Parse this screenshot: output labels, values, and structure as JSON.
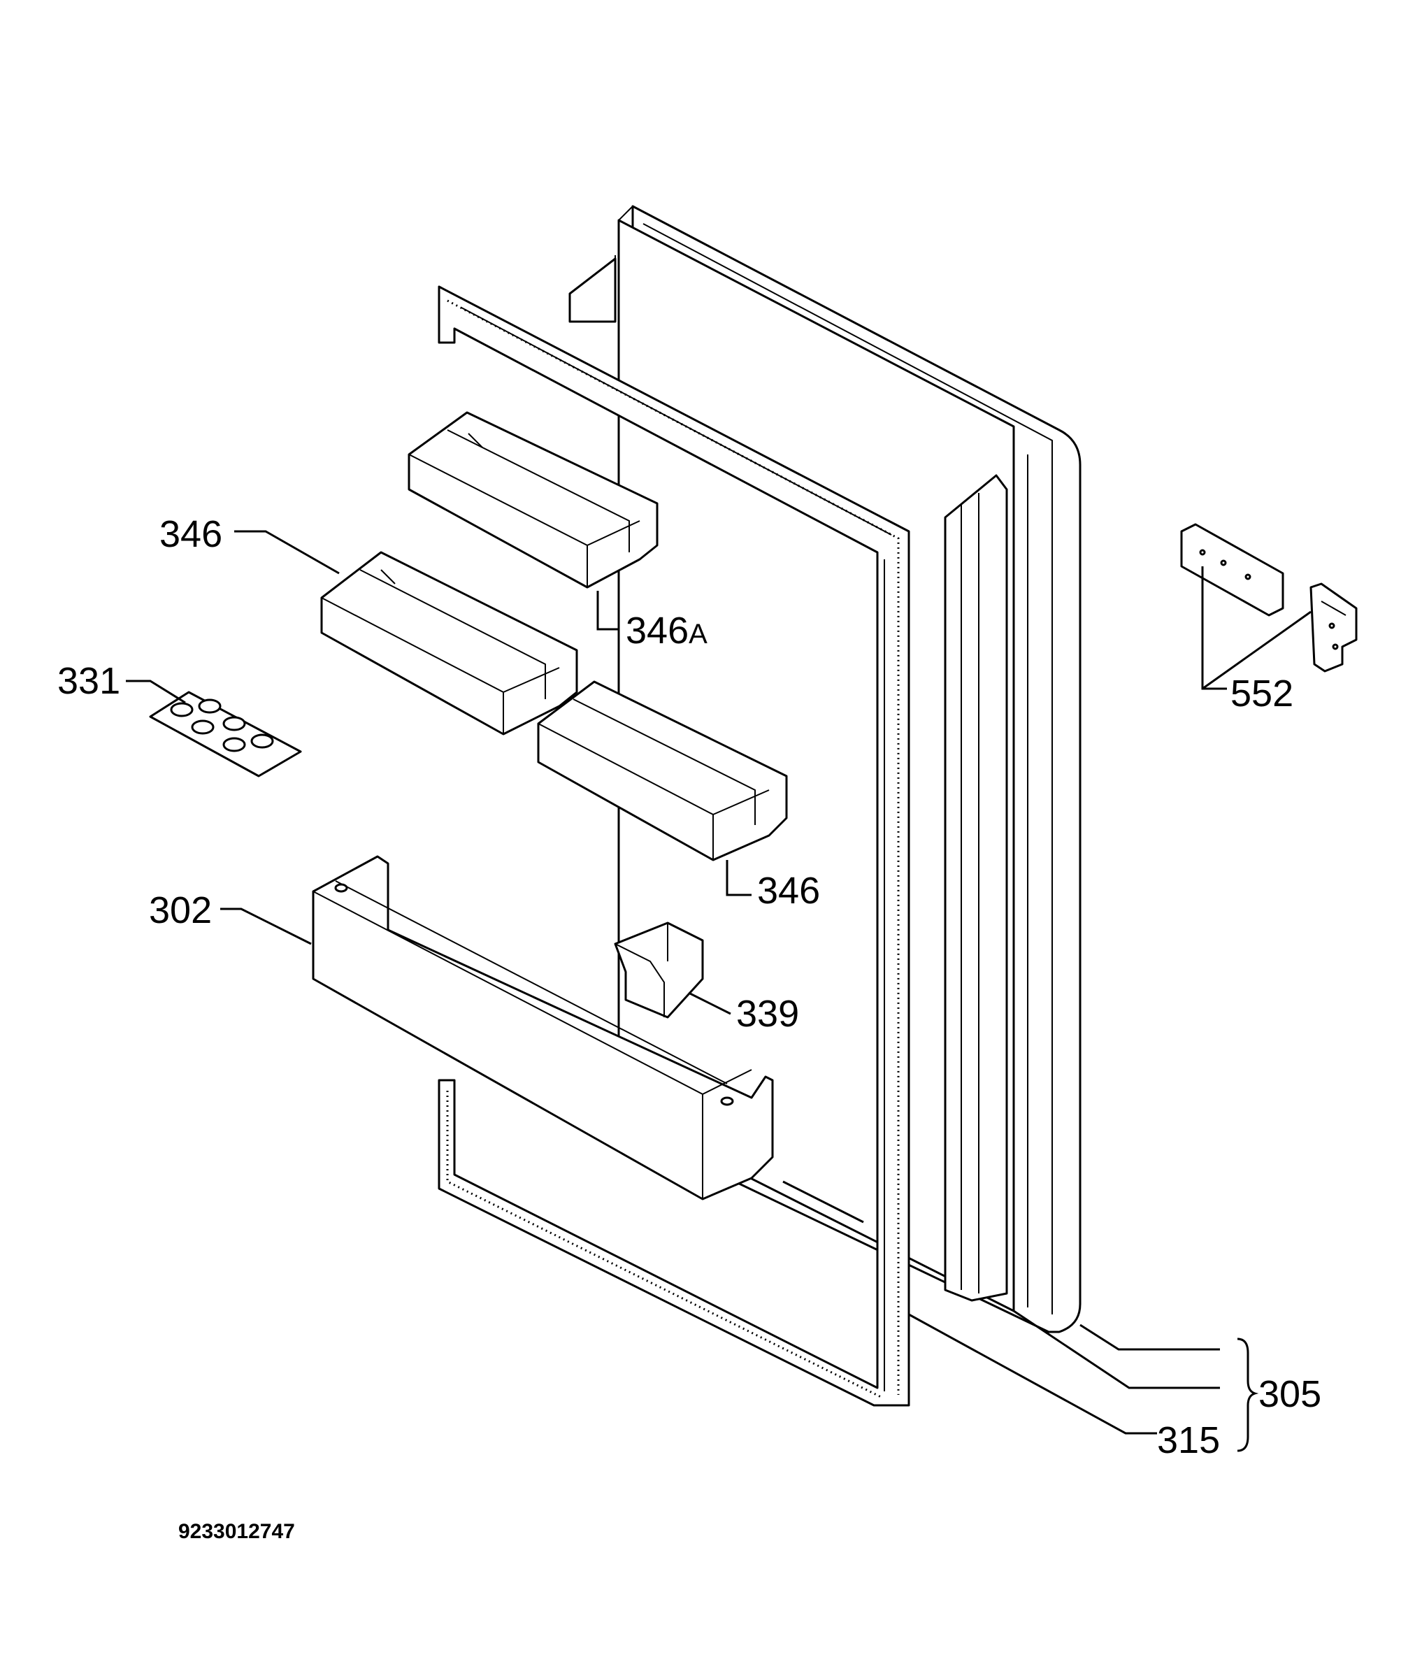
{
  "callouts": {
    "part_346_upper": "346",
    "part_346a_number": "346",
    "part_346a_suffix": "A",
    "part_331": "331",
    "part_346_lower": "346",
    "part_302": "302",
    "part_339": "339",
    "part_552": "552",
    "part_305": "305",
    "part_315": "315"
  },
  "drawing_number": "9233012747"
}
